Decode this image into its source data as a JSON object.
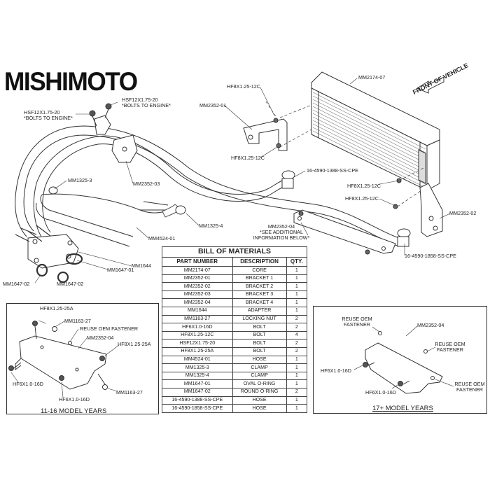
{
  "brand": "MISHIMOTO",
  "front_of_vehicle": "FRONT OF VEHICLE",
  "labels": {
    "mm2174_07": "MM2174-07",
    "mm2352_01": "MM2352-01",
    "hf8_12c_top": "HF8X1.25-12C",
    "hf8_12c_mid": "HF8X1.25-12C",
    "hf8_12c_r1": "HF8X1.25-12C",
    "hf8_12c_r2": "HF8X1.25-12C",
    "hsf_right_1": "HSF12X1.75-20",
    "hsf_right_2": "*BOLTS TO ENGINE*",
    "hsf_left_1": "HSF12X1.75-20",
    "hsf_left_2": "*BOLTS TO ENGINE*",
    "hose_1388": "16-4590-1388-SS-CPE",
    "hose_1858": "16-4590-1858-SS-CPE",
    "mm1325_3": "MM1325-3",
    "mm2352_03": "MM2352-03",
    "mm1325_4": "MM1325-4",
    "mm4524_01": "MM4524-01",
    "mm2352_04_1": "MM2352-04",
    "mm2352_04_2": "*SEE ADDITIONAL",
    "mm2352_04_3": "INFORMATION BELOW*",
    "mm2352_02": "MM2352-02",
    "mm1644": "MM1644",
    "mm1647_01": "MM1647-01",
    "mm1647_02a": "MM1647-02",
    "mm1647_02b": "MM1647-02"
  },
  "bom": {
    "title": "BILL OF MATERIALS",
    "headers": [
      "PART NUMBER",
      "DESCRIPTION",
      "QTY."
    ],
    "rows": [
      [
        "MM2174-07",
        "CORE",
        "1"
      ],
      [
        "MM2352-01",
        "BRACKET 1",
        "1"
      ],
      [
        "MM2352-02",
        "BRACKET 2",
        "1"
      ],
      [
        "MM2352-03",
        "BRACKET 3",
        "1"
      ],
      [
        "MM2352-04",
        "BRACKET 4",
        "1"
      ],
      [
        "MM1644",
        "ADAPTER",
        "1"
      ],
      [
        "MM1163-27",
        "LOCKING NUT",
        "2"
      ],
      [
        "HF6X1.0-16D",
        "BOLT",
        "2"
      ],
      [
        "HF8X1.25-12C",
        "BOLT",
        "4"
      ],
      [
        "HSF12X1.75-20",
        "BOLT",
        "2"
      ],
      [
        "HF8X1.25-25A",
        "BOLT",
        "2"
      ],
      [
        "MM4524-01",
        "HOSE",
        "1"
      ],
      [
        "MM1325-3",
        "CLAMP",
        "1"
      ],
      [
        "MM1325-4",
        "CLAMP",
        "1"
      ],
      [
        "MM1647-01",
        "OVAL O-RING",
        "1"
      ],
      [
        "MM1647-02",
        "ROUND O-RING",
        "2"
      ],
      [
        "16-4590-1388-SS-CPE",
        "HOSE",
        "1"
      ],
      [
        "16-4590-1858-SS-CPE",
        "HOSE",
        "1"
      ]
    ]
  },
  "left_inset": {
    "title": "11-16 MODEL YEARS",
    "hf8_25a_top": "HF8X1.25-25A",
    "mm1163_top": "MM1163-27",
    "reuse": "REUSE OEM FASTENER",
    "mm2352_04": "MM2352-04",
    "hf8_25a_right": "HF8X1.25-25A",
    "hf6_left": "HF6X1.0-16D",
    "hf6_bottom": "HF6X1.0-16D",
    "mm1163_bottom": "MM1163-27"
  },
  "right_inset": {
    "title": "17+ MODEL YEARS",
    "reuse_top_1": "REUSE OEM",
    "reuse_top_2": "FASTENER",
    "mm2352_04": "MM2352-04",
    "reuse_mid_1": "REUSE OEM",
    "reuse_mid_2": "FASTENER",
    "reuse_bot_1": "REUSE OEM",
    "reuse_bot_2": "FASTENER",
    "hf6_a": "HF6X1.0-16D",
    "hf6_b": "HF6X1.0-16D"
  }
}
